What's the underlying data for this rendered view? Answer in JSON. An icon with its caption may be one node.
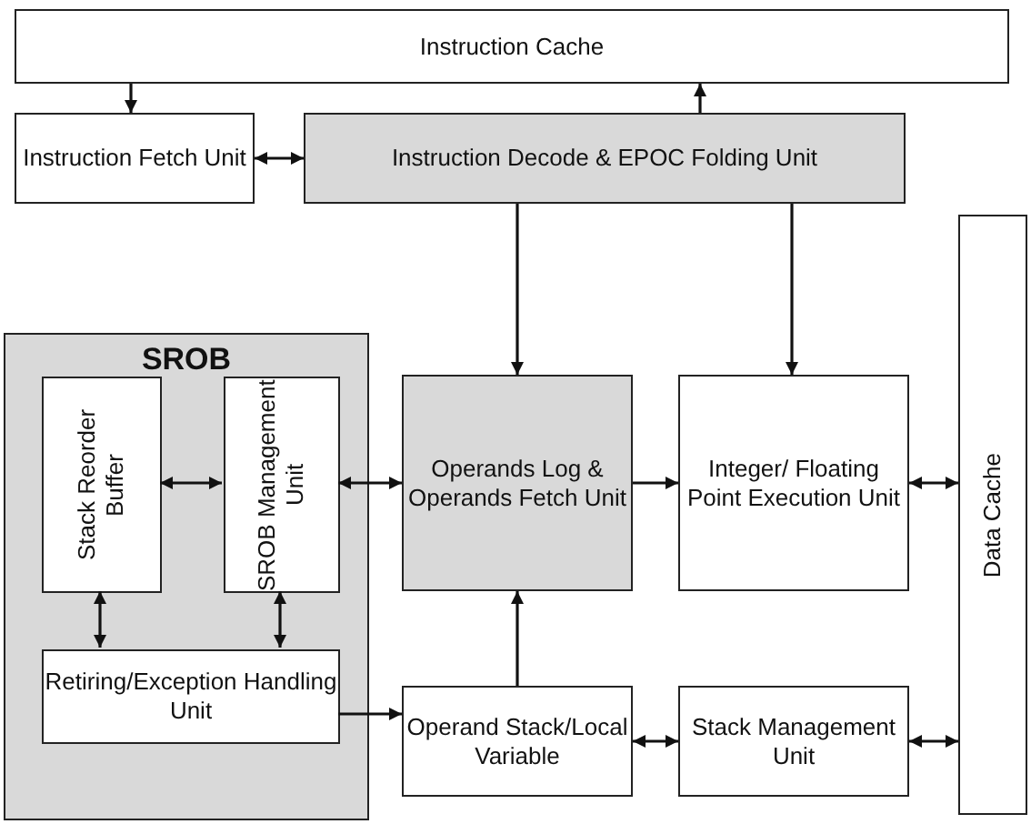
{
  "diagram": {
    "nodes": [
      {
        "text": [
          "Instruction Cache"
        ]
      },
      {
        "text": [
          "Instruction Fetch Unit"
        ]
      },
      {
        "text": [
          "Instruction Decode & EPOC Folding Unit"
        ]
      },
      {
        "text": [
          "Data Cache"
        ]
      },
      {
        "text": [
          "SROB"
        ]
      },
      {
        "text": [
          "Stack Reorder Buffer"
        ],
        "in": 4
      },
      {
        "text": [
          "SROB Management Unit"
        ],
        "in": 4
      },
      {
        "text": [
          "Retiring/Exception Handling Unit"
        ],
        "in": 4
      },
      {
        "text": [
          "Operands Log & Operands Fetch Unit"
        ]
      },
      {
        "text": [
          "Integer/ Floating Point Execution Unit"
        ]
      },
      {
        "text": [
          "Operand Stack/Local Variable"
        ]
      },
      {
        "text": [
          "Stack Management Unit"
        ]
      }
    ],
    "edges": [
      {
        "from": 0,
        "to": 1,
        "arrow": "to"
      },
      {
        "from": 2,
        "to": 0,
        "arrow": "to"
      },
      {
        "from": 1,
        "to": 2,
        "arrow": "both"
      },
      {
        "from": 2,
        "to": 8,
        "arrow": "to"
      },
      {
        "from": 2,
        "to": 9,
        "arrow": "to"
      },
      {
        "from": 5,
        "to": 6,
        "arrow": "both"
      },
      {
        "from": 6,
        "to": 8,
        "arrow": "both"
      },
      {
        "from": 5,
        "to": 7,
        "arrow": "both"
      },
      {
        "from": 6,
        "to": 7,
        "arrow": "both"
      },
      {
        "from": 8,
        "to": 9,
        "arrow": "to"
      },
      {
        "from": 9,
        "to": 3,
        "arrow": "both"
      },
      {
        "from": 7,
        "to": 10,
        "arrow": "to"
      },
      {
        "from": 10,
        "to": 8,
        "arrow": "to"
      },
      {
        "from": 10,
        "to": 11,
        "arrow": "both"
      },
      {
        "from": 11,
        "to": 3,
        "arrow": "both"
      }
    ]
  }
}
